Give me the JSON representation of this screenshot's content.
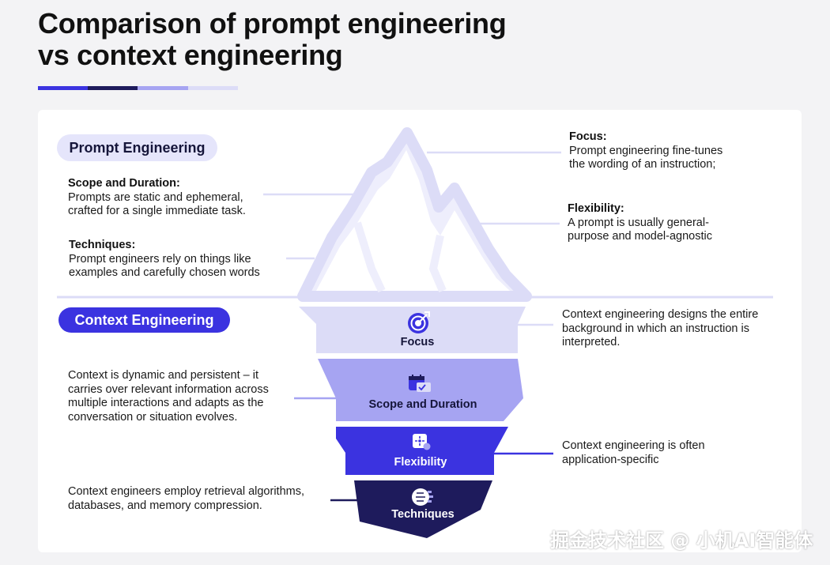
{
  "title": {
    "line1": "Comparison of prompt engineering",
    "line2": "vs context engineering"
  },
  "accent_colors": [
    "#3b33e0",
    "#1e1b5c",
    "#a6a4f2",
    "#dcdcf7"
  ],
  "prompt_section": {
    "label": "Prompt Engineering",
    "scope": {
      "heading": "Scope and Duration:",
      "lines": [
        "Prompts are static and ephemeral,",
        "crafted for a single immediate task."
      ]
    },
    "techniques": {
      "heading": "Techniques:",
      "lines": [
        "Prompt engineers rely on things like",
        "examples and carefully chosen words"
      ]
    },
    "focus": {
      "heading": "Focus:",
      "lines": [
        "Prompt engineering fine-tunes",
        "the wording of an instruction;"
      ]
    },
    "flexibility": {
      "heading": "Flexibility:",
      "lines": [
        "A prompt is usually general-",
        "purpose and model-agnostic"
      ]
    }
  },
  "context_section": {
    "label": "Context Engineering",
    "focus_text": [
      "Context engineering designs the entire",
      "background in which an instruction is",
      "interpreted."
    ],
    "scope_text": [
      "Context is dynamic and persistent – it",
      "carries over relevant information across",
      "multiple interactions and adapts as the",
      "conversation or situation evolves."
    ],
    "flexibility_text": [
      "Context engineering is often",
      "application-specific"
    ],
    "techniques_text": [
      "Context engineers employ retrieval algorithms,",
      "databases, and memory compression."
    ]
  },
  "layers": {
    "focus": {
      "label": "Focus",
      "icon": "target-icon",
      "fill": "#dcdcf7",
      "text_color": "#15153a"
    },
    "scope": {
      "label": "Scope and Duration",
      "icon": "calendar-icon",
      "fill": "#a6a4f2",
      "text_color": "#15153a"
    },
    "flexibility": {
      "label": "Flexibility",
      "icon": "puzzle-icon",
      "fill": "#3b33e0",
      "text_color": "#ffffff"
    },
    "techniques": {
      "label": "Techniques",
      "icon": "brain-icon",
      "fill": "#1e1b5c",
      "text_color": "#ffffff"
    }
  },
  "watermark": "掘金技术社区 @ 小机AI智能体"
}
